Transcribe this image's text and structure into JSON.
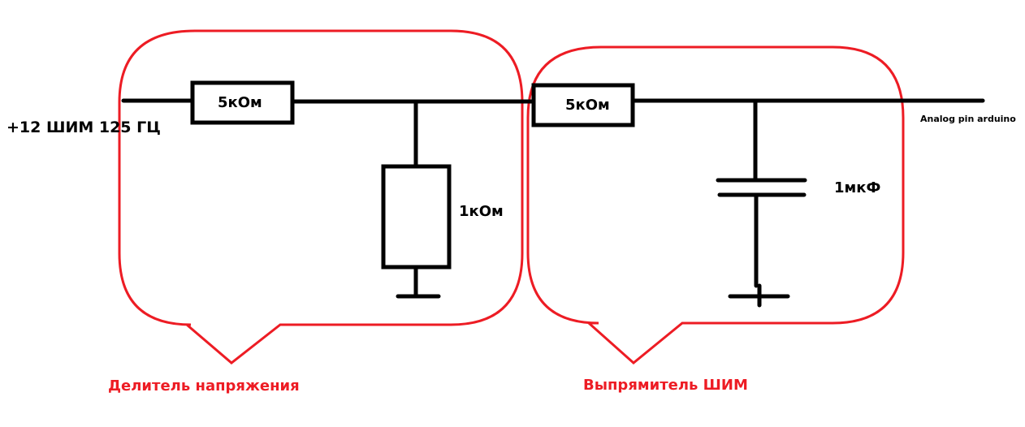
{
  "labels": {
    "input": "+12 ШИМ 125 ГЦ",
    "r1": "5кОм",
    "r2": "1кОм",
    "r3": "5кОм",
    "c1": "1мкФ",
    "output": "Analog pin arduino",
    "group1": "Делитель напряжения",
    "group2": "Выпрямитель ШИМ"
  },
  "colors": {
    "wire": "#000000",
    "callout": "#ed1c24"
  }
}
